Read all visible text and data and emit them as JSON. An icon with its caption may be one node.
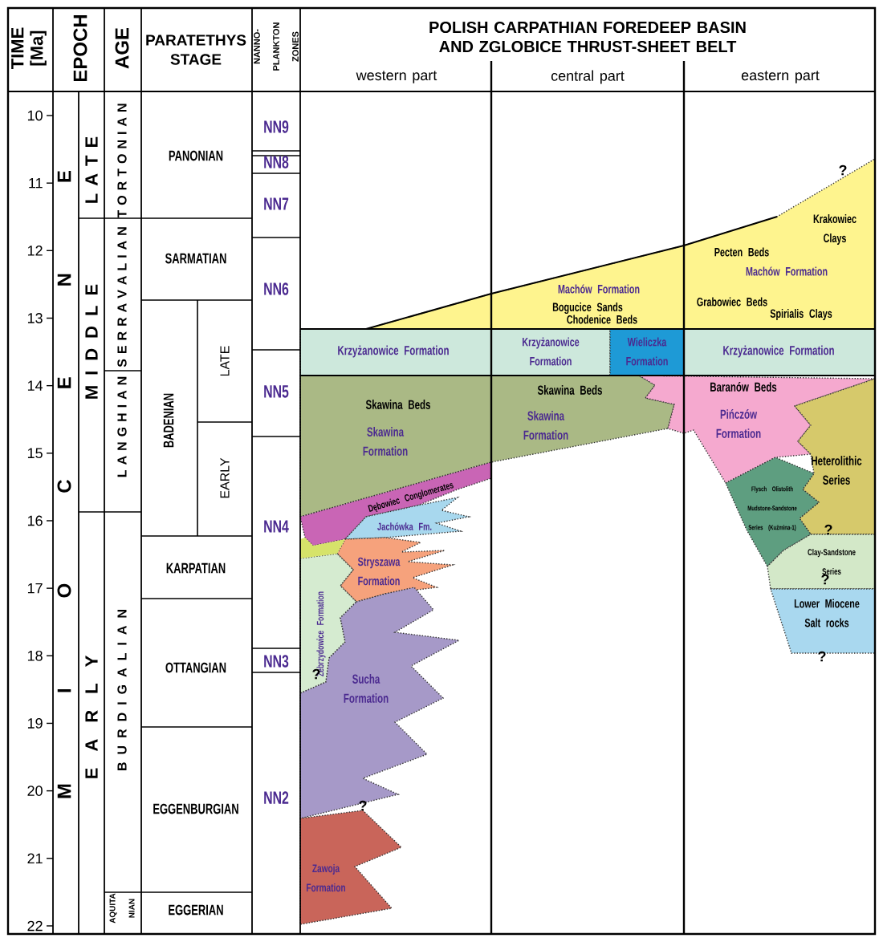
{
  "diagram": {
    "nodes": [
      {
        "text": [
          "Machów Formation",
          "Bogucice Sands",
          "Chodenice Beds",
          "Grabowiec Beds",
          "Pecten Beds",
          "Machów Formation",
          "Krakowiec Clays",
          "Spirialis Clays"
        ]
      },
      {
        "text": [
          "Krzyżanowice Formation"
        ]
      },
      {
        "text": [
          "Krzyżanowice Formation"
        ]
      },
      {
        "text": [
          "Wieliczka Formation"
        ]
      },
      {
        "text": [
          "Krzyżanowice Formation"
        ]
      },
      {
        "text": [
          "Skawina Beds",
          "Skawina Formation",
          "Skawina Beds",
          "Skawina Formation"
        ]
      },
      {
        "text": [
          "Baranów Beds",
          "Pińczów Formation"
        ]
      },
      {
        "text": [
          "Heterolithic Series"
        ]
      },
      {
        "text": [
          "Flysch Olistolith Mudstone-Sandstone Series (Kuźmina-1)"
        ]
      },
      {
        "text": [
          "Clay-Sandstone Series"
        ]
      },
      {
        "text": [
          "Lower Miocene Salt rocks"
        ]
      },
      {
        "text": [
          "Dębowiec Conglomerates"
        ]
      },
      {
        "text": [
          "Jachówka Fm."
        ]
      },
      {
        "text": [
          "Stryszawa Formation"
        ]
      },
      {
        "text": [
          "Zebrzydowice Formation"
        ]
      },
      {
        "text": [
          "Sucha Formation"
        ]
      },
      {
        "text": [
          "Zawoja Formation"
        ]
      }
    ],
    "labels": [
      "TIME [Ma]",
      "EPOCH",
      "AGE",
      "PARATETHYS STAGE",
      "NANNO- PLANKTON ZONES",
      "POLISH CARPATHIAN FOREDEEP BASIN AND ZGLOBICE THRUST-SHEET BELT",
      "western part",
      "central part",
      "eastern part",
      "10",
      "11",
      "12",
      "13",
      "14",
      "15",
      "16",
      "17",
      "18",
      "19",
      "20",
      "21",
      "22",
      "M I O C E N E",
      "L A T E",
      "M I D D L E",
      "E A R L Y",
      "T O R T O N I A N",
      "S E R R A V A L I A N",
      "L A N G H I A N",
      "B U R D I G A L I A N",
      "AQUITA NIAN",
      "PANONIAN",
      "SARMATIAN",
      "BADENIAN",
      "LATE",
      "EARLY",
      "KARPATIAN",
      "OTTANGIAN",
      "EGGENBURGIAN",
      "EGGERIAN",
      "NN9",
      "NN8",
      "NN7",
      "NN6",
      "NN5",
      "NN4",
      "NN3",
      "NN2",
      "?",
      "?",
      "?",
      "?",
      "?",
      "?"
    ]
  }
}
